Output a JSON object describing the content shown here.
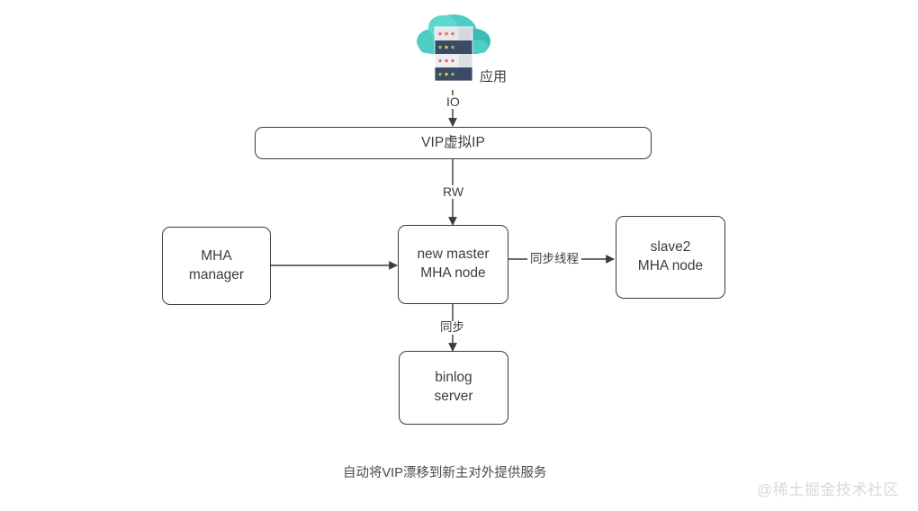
{
  "diagram": {
    "title_caption": "自动将VIP漂移到新主对外提供服务",
    "watermark": "@稀土掘金技术社区",
    "background_color": "#ffffff",
    "node_border_color": "#3c3c3c",
    "text_color": "#3d3d3d",
    "icon": {
      "name": "cloud-server-icon",
      "label": "应用",
      "cloud_color": "#4ecdc4",
      "cloud_color_dark": "#3bbdb5",
      "rack_light_color": "#e4e6e8",
      "rack_dark_color": "#3b4a66",
      "dot_red": "#e8677d",
      "dot_green": "#8ec63f",
      "dot_yellow": "#e8c547"
    },
    "nodes": [
      {
        "id": "vip",
        "label": "VIP虚拟IP"
      },
      {
        "id": "mha-manager",
        "label": "MHA\nmanager"
      },
      {
        "id": "new-master",
        "label": "new master\nMHA node"
      },
      {
        "id": "slave2",
        "label": "slave2\nMHA node"
      },
      {
        "id": "binlog-server",
        "label": "binlog\nserver"
      }
    ],
    "edge_labels": [
      {
        "id": "io",
        "label": "IO"
      },
      {
        "id": "rw",
        "label": "RW"
      },
      {
        "id": "sync-thread",
        "label": "同步线程"
      },
      {
        "id": "sync",
        "label": "同步"
      }
    ]
  }
}
